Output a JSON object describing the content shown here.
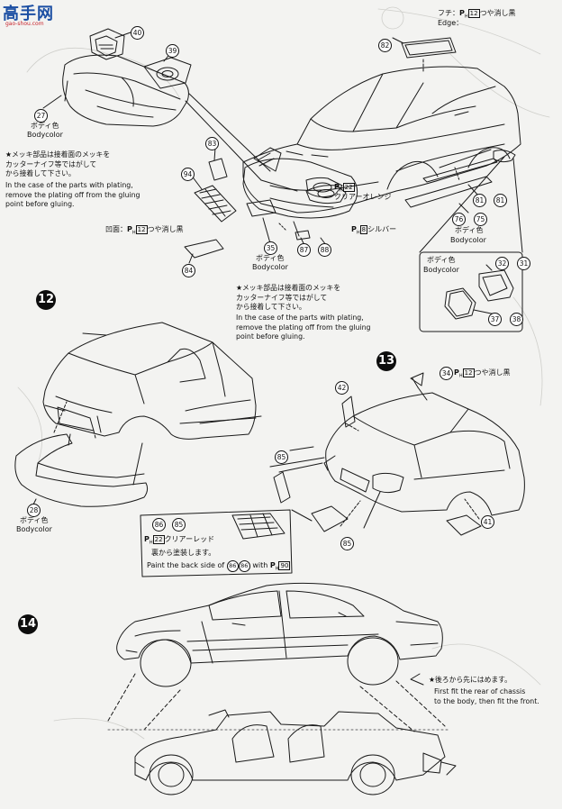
{
  "watermark": {
    "main": "高手网",
    "sub": "gao-shou.com"
  },
  "steps": {
    "s12": "12",
    "s13": "13",
    "s14": "14"
  },
  "notes": {
    "plating_jp": "★メッキ部品は接着面のメッキを\nカッターナイフ等ではがして\nから接着して下さい。",
    "plating_en": "In the case of the parts with plating,\nremove the plating off from the gluing\npoint before gluing.",
    "plating2_jp": "★メッキ部品は接着面のメッキを\nカッターナイフ等ではがして\nから接着して下さい。",
    "plating2_en": "In the case of the parts with plating,\nremove the plating off from the gluing\npoint before gluing.",
    "fit_jp": "★後ろから先にはめます。",
    "fit_en": "First fit the rear of chassis\nto the body, then fit the front."
  },
  "labels": {
    "edge_jp": "フチ：",
    "edge_code": "P",
    "edge_code_sub": "H",
    "edge_num": "12",
    "edge_color": "つや消し黒",
    "edge_en": "Edge：",
    "recess_jp": "凹面：",
    "recess_num": "12",
    "recess_color": "つや消し黒",
    "clear_orange_num": "22",
    "clear_orange": "クリアーオレンジ",
    "silver_num": "8",
    "silver": "シルバー",
    "bodycolor_jp": "ボディ色",
    "bodycolor_en": "Bodycolor",
    "matte_black_num": "12",
    "matte_black": "つや消し黒",
    "clear_red_num": "22",
    "clear_red": "クリアーレッド",
    "paint_back_jp": "裏から塗装します。",
    "paint_back_en_a": "Paint the back side of",
    "paint_back_en_b": "with",
    "paint_back_code_num": "90"
  },
  "parts": [
    "40",
    "39",
    "27",
    "83",
    "94",
    "35",
    "84",
    "82",
    "81",
    "81",
    "76",
    "75",
    "87",
    "88",
    "32",
    "31",
    "37",
    "38",
    "28",
    "34",
    "42",
    "85",
    "86",
    "85",
    "85",
    "86",
    "41"
  ]
}
